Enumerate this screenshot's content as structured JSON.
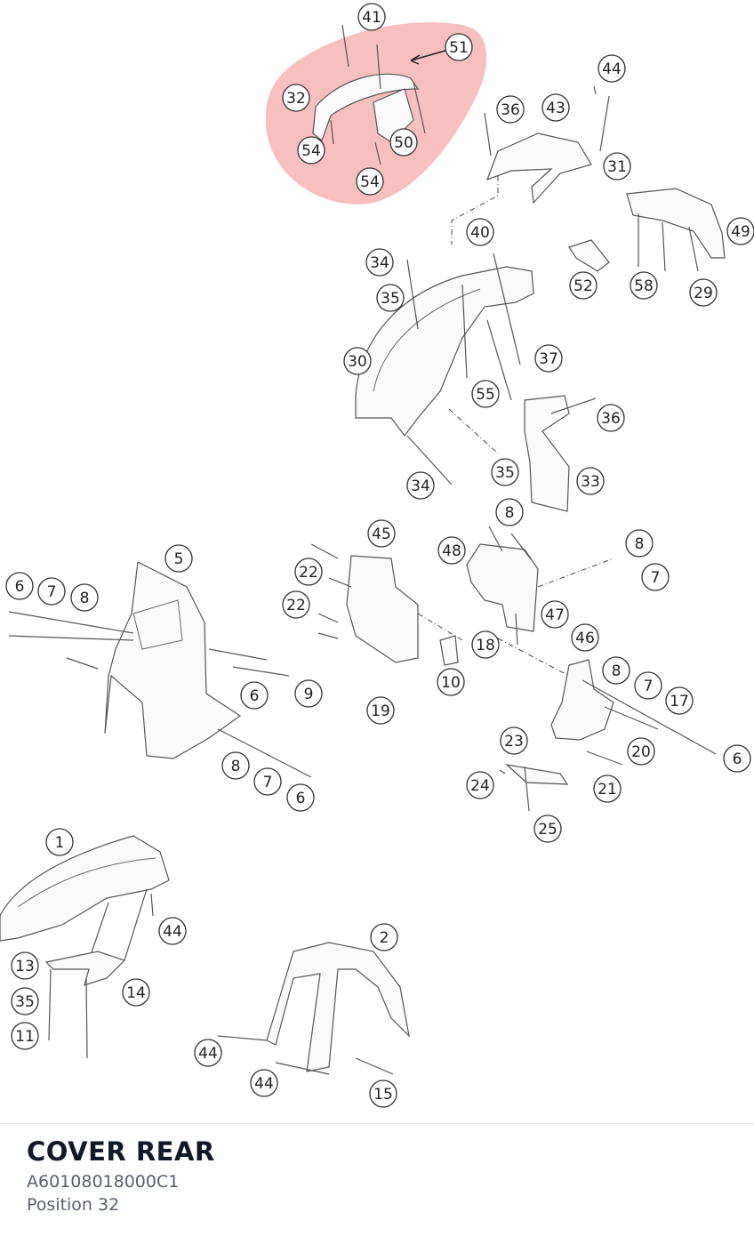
{
  "diagram": {
    "highlight_color": "#f28b8b",
    "callouts": [
      {
        "id": "c41",
        "label": "41"
      },
      {
        "id": "c51",
        "label": "51"
      },
      {
        "id": "c32",
        "label": "32"
      },
      {
        "id": "c50",
        "label": "50"
      },
      {
        "id": "c54a",
        "label": "54"
      },
      {
        "id": "c54b",
        "label": "54"
      },
      {
        "id": "c44a",
        "label": "44"
      },
      {
        "id": "c36a",
        "label": "36"
      },
      {
        "id": "c43",
        "label": "43"
      },
      {
        "id": "c31",
        "label": "31"
      },
      {
        "id": "c49",
        "label": "49"
      },
      {
        "id": "c40",
        "label": "40"
      },
      {
        "id": "c34a",
        "label": "34"
      },
      {
        "id": "c35a",
        "label": "35"
      },
      {
        "id": "c52",
        "label": "52"
      },
      {
        "id": "c58",
        "label": "58"
      },
      {
        "id": "c29",
        "label": "29"
      },
      {
        "id": "c30",
        "label": "30"
      },
      {
        "id": "c37",
        "label": "37"
      },
      {
        "id": "c55",
        "label": "55"
      },
      {
        "id": "c36b",
        "label": "36"
      },
      {
        "id": "c34b",
        "label": "34"
      },
      {
        "id": "c35b",
        "label": "35"
      },
      {
        "id": "c33",
        "label": "33"
      },
      {
        "id": "c8a",
        "label": "8"
      },
      {
        "id": "c45",
        "label": "45"
      },
      {
        "id": "c8b",
        "label": "8"
      },
      {
        "id": "c5",
        "label": "5"
      },
      {
        "id": "c48",
        "label": "48"
      },
      {
        "id": "c22a",
        "label": "22"
      },
      {
        "id": "c7a",
        "label": "7"
      },
      {
        "id": "c6a",
        "label": "6"
      },
      {
        "id": "c7b",
        "label": "7"
      },
      {
        "id": "c8c",
        "label": "8"
      },
      {
        "id": "c22b",
        "label": "22"
      },
      {
        "id": "c47",
        "label": "47"
      },
      {
        "id": "c46",
        "label": "46"
      },
      {
        "id": "c18",
        "label": "18"
      },
      {
        "id": "c8d",
        "label": "8"
      },
      {
        "id": "c7c",
        "label": "7"
      },
      {
        "id": "c17",
        "label": "17"
      },
      {
        "id": "c10",
        "label": "10"
      },
      {
        "id": "c6b",
        "label": "6"
      },
      {
        "id": "c9",
        "label": "9"
      },
      {
        "id": "c19",
        "label": "19"
      },
      {
        "id": "c23",
        "label": "23"
      },
      {
        "id": "c20",
        "label": "20"
      },
      {
        "id": "c6c",
        "label": "6"
      },
      {
        "id": "c8e",
        "label": "8"
      },
      {
        "id": "c7d",
        "label": "7"
      },
      {
        "id": "c24",
        "label": "24"
      },
      {
        "id": "c21",
        "label": "21"
      },
      {
        "id": "c6d",
        "label": "6"
      },
      {
        "id": "c25",
        "label": "25"
      },
      {
        "id": "c1",
        "label": "1"
      },
      {
        "id": "c44b",
        "label": "44"
      },
      {
        "id": "c2",
        "label": "2"
      },
      {
        "id": "c13",
        "label": "13"
      },
      {
        "id": "c14",
        "label": "14"
      },
      {
        "id": "c35c",
        "label": "35"
      },
      {
        "id": "c11",
        "label": "11"
      },
      {
        "id": "c44c",
        "label": "44"
      },
      {
        "id": "c44d",
        "label": "44"
      },
      {
        "id": "c15",
        "label": "15"
      }
    ]
  },
  "part": {
    "name": "COVER REAR",
    "number": "A60108018000C1",
    "position": "Position 32"
  }
}
